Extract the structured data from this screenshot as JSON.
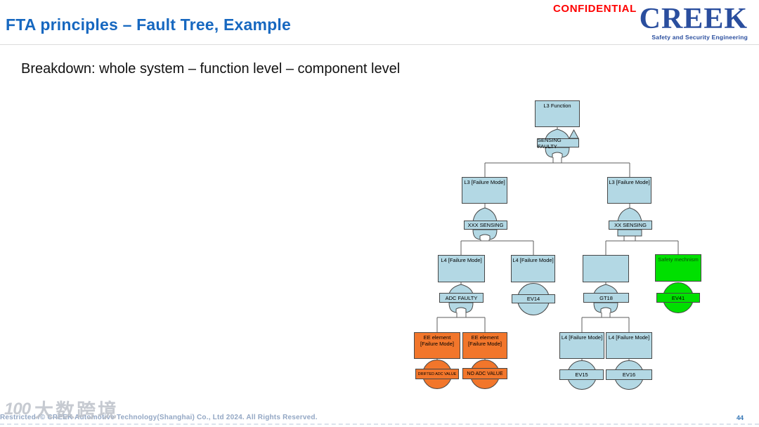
{
  "header": {
    "title": "FTA principles – Fault Tree, Example",
    "confidential": "CONFIDENTIAL",
    "logo_text": "CREEK",
    "logo_tagline": "Safety and Security Engineering"
  },
  "subtitle": "Breakdown: whole system – function level – component level",
  "footer": {
    "copyright": "Restricted /© CREEK Automotive Technology(Shanghai) Co., Ltd 2024. All Rights Reserved.",
    "page_number": "44"
  },
  "watermark": {
    "logo": "100",
    "text": "大数跨境"
  },
  "colors": {
    "title_blue": "#1768c0",
    "confidential_red": "#fe0000",
    "logo_navy": "#2a4e9e",
    "node_blue": "#b3d8e4",
    "node_orange": "#f2762b",
    "node_green": "#00e000",
    "node_stroke": "#474747",
    "connector": "#5e5e5e"
  },
  "tree": {
    "nodes": {
      "l3_function": "L3 Function",
      "sensing_faulty": "SENSING FAULTY",
      "l3_fm_left": "L3 [Failure Mode]",
      "l3_fm_right": "L3 [Failure Mode]",
      "xxx_sensing": "XXX SENSING",
      "xx_sensing": "XX SENSING",
      "l4_fm_a": "L4 [Failure Mode]",
      "l4_fm_b": "L4 [Failure Mode]",
      "box_empty": "",
      "safety_mech": "Safety mechnism",
      "adc_faulty": "ADC FAULTY",
      "ev14": "EV14",
      "gt18": "GT18",
      "ev41": "EV41",
      "ee1": "EE element\n[Failure Mode]",
      "ee2": "EE element\n[Failure Mode]",
      "drifted_adc": "DRIFTED ADC VALUE",
      "no_adc": "NO ADC VALUE",
      "l4_fm_c": "L4 [Failure Mode]",
      "l4_fm_d": "L4 [Failure Mode]",
      "ev15": "EV15",
      "ev16": "EV16"
    }
  }
}
